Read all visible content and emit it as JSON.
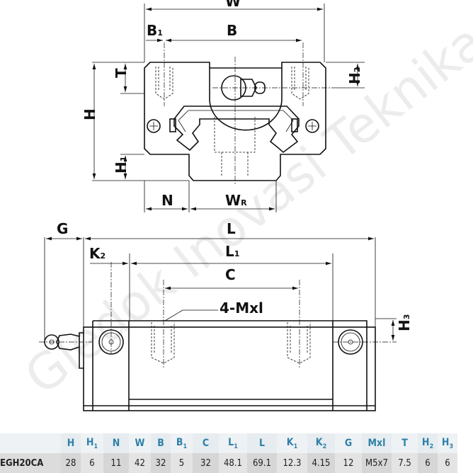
{
  "watermark": "Gledok Inovasi Teknika",
  "front_view": {
    "labels": {
      "W": "W",
      "B1": "B",
      "B1_sub": "1",
      "B": "B",
      "T": "T",
      "H": "H",
      "H1": "H",
      "H1_sub": "1",
      "H2": "H",
      "H2_sub": "2",
      "N": "N",
      "WR": "W",
      "WR_sub": "R"
    }
  },
  "side_view": {
    "labels": {
      "G": "G",
      "L": "L",
      "K2": "K",
      "K2_sub": "2",
      "L1": "L",
      "L1_sub": "1",
      "C": "C",
      "holes": "4-Mxl",
      "H3": "H",
      "H3_sub": "3"
    }
  },
  "table": {
    "headers": [
      {
        "t": "H"
      },
      {
        "t": "H",
        "s": "1"
      },
      {
        "t": "N"
      },
      {
        "t": "W"
      },
      {
        "t": "B"
      },
      {
        "t": "B",
        "s": "1"
      },
      {
        "t": "C"
      },
      {
        "t": "L",
        "s": "1"
      },
      {
        "t": "L"
      },
      {
        "t": "K",
        "s": "1"
      },
      {
        "t": "K",
        "s": "2"
      },
      {
        "t": "G"
      },
      {
        "t": "Mxl"
      },
      {
        "t": "T"
      },
      {
        "t": "H",
        "s": "2"
      },
      {
        "t": "H",
        "s": "3"
      }
    ],
    "row": {
      "model": "EGH20CA",
      "values": [
        "28",
        "6",
        "11",
        "42",
        "32",
        "5",
        "32",
        "48.1",
        "69.1",
        "12.3",
        "4.15",
        "12",
        "M5x7",
        "7.5",
        "6",
        "6"
      ]
    },
    "header_color": "#2f7fa8"
  }
}
